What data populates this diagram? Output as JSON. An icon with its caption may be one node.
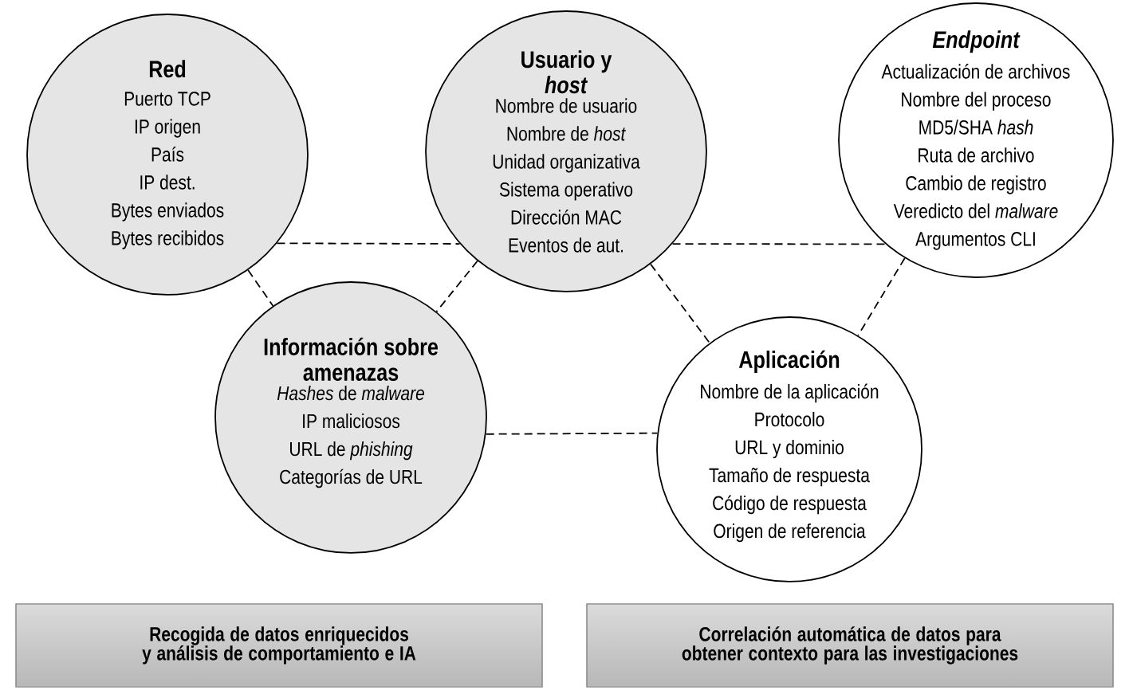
{
  "diagram": {
    "nodes": [
      {
        "text": [
          "Red",
          "Puerto TCP",
          "IP origen",
          "País",
          "IP dest.",
          "Bytes enviados",
          "Bytes recibidos"
        ]
      },
      {
        "text": [
          "Usuario y *host*",
          "Nombre de usuario",
          "Nombre de *host*",
          "Unidad organizativa",
          "Sistema operativo",
          "Dirección MAC",
          "Eventos de aut."
        ]
      },
      {
        "text": [
          "Endpoint",
          "Actualización de archivos",
          "Nombre del proceso",
          "MD5/SHA *hash*",
          "Ruta de archivo",
          "Cambio de registro",
          "Veredicto del *malware*",
          "Argumentos CLI"
        ]
      },
      {
        "text": [
          "Información sobre amenazas",
          "*Hashes* de *malware*",
          "IP maliciosos",
          "URL de *phishing*",
          "Categorías de URL"
        ]
      },
      {
        "text": [
          "Aplicación",
          "Nombre de la aplicación",
          "Protocolo",
          "URL y dominio",
          "Tamaño de respuesta",
          "Código de respuesta",
          "Origen de referencia"
        ]
      },
      {
        "text": [
          "Recogida de datos enriquecidos y análisis de comportamiento e IA"
        ]
      },
      {
        "text": [
          "Correlación automática de datos para obtener contexto para las investigaciones"
        ]
      }
    ],
    "edges": [
      {
        "from": 0,
        "to": 1,
        "arrow": "none",
        "style": "dashed"
      },
      {
        "from": 1,
        "to": 2,
        "arrow": "none",
        "style": "dashed"
      },
      {
        "from": 0,
        "to": 3,
        "arrow": "none",
        "style": "dashed"
      },
      {
        "from": 1,
        "to": 3,
        "arrow": "none",
        "style": "dashed"
      },
      {
        "from": 1,
        "to": 4,
        "arrow": "none",
        "style": "dashed"
      },
      {
        "from": 2,
        "to": 4,
        "arrow": "none",
        "style": "dashed"
      },
      {
        "from": 3,
        "to": 4,
        "arrow": "none",
        "style": "dashed"
      }
    ]
  }
}
